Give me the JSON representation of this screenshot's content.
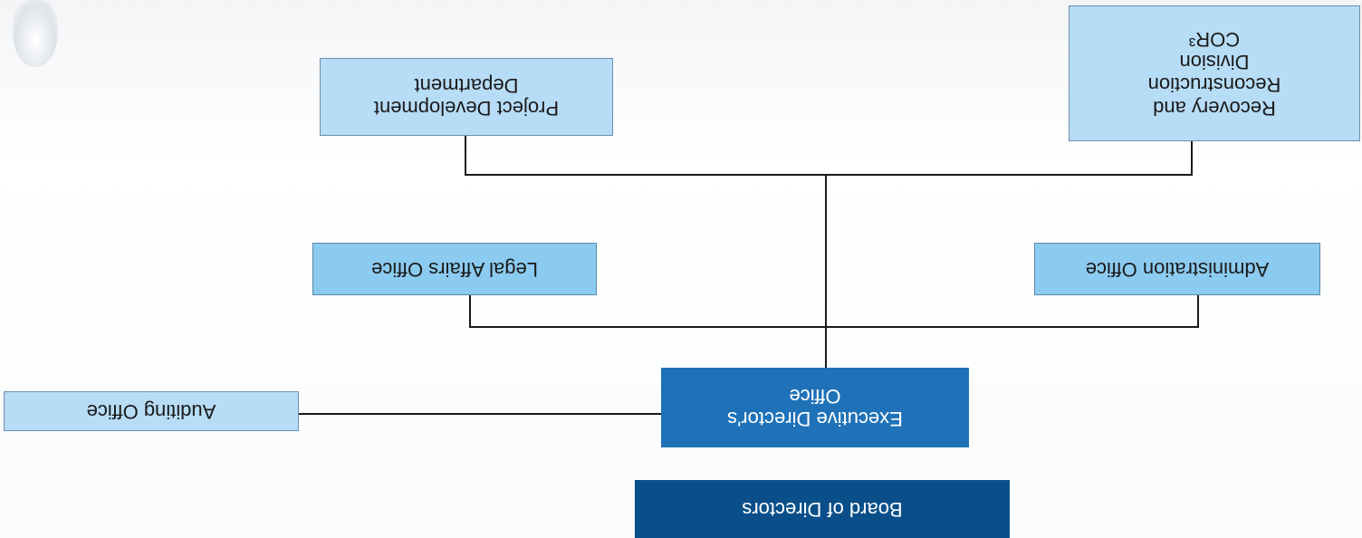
{
  "org_chart": {
    "board": "Board of Directors",
    "executive": [
      "Executive Director's",
      "Office"
    ],
    "auditing": "Auditing Office",
    "legal": "Legal Affairs Office",
    "administration": "Administration Office",
    "project": [
      "Project Development",
      "Department"
    ],
    "recovery": [
      "Recovery and",
      "Reconstruction",
      "Division",
      "COR³"
    ]
  },
  "colors": {
    "board": "#0b4f8a",
    "executive": "#1f72b8",
    "office_mid": "#8ccbf0",
    "office_light": "#b7dcf5",
    "connector": "#1a1a1a"
  }
}
